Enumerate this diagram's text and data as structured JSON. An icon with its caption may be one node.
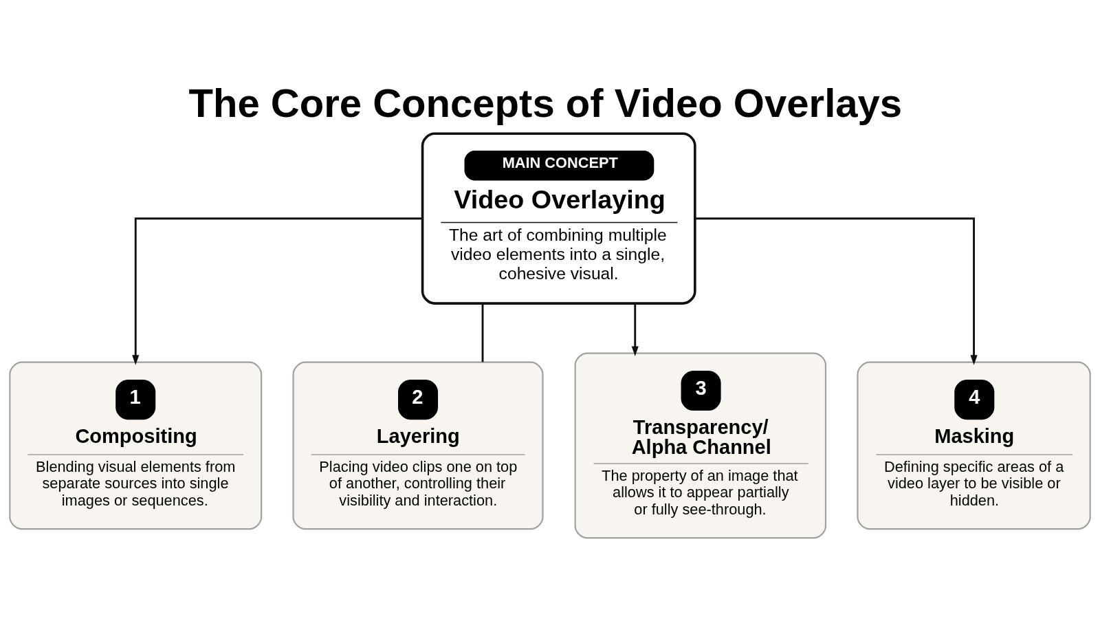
{
  "diagram": {
    "title": "The Core Concepts of Video Overlays",
    "nodes": [
      {
        "text": [
          "MAIN CONCEPT",
          "Video Overlaying",
          "The art of combining multiple video elements into a single, cohesive visual."
        ]
      },
      {
        "text": [
          "1",
          "Compositing",
          "Blending visual elements from separate sources into single images or sequences."
        ]
      },
      {
        "text": [
          "2",
          "Layering",
          "Placing video clips one on top of another, controlling their visibility and interaction."
        ]
      },
      {
        "text": [
          "3",
          "Transparency/ Alpha Channel",
          "The property of an image that allows it to appear partially or fully see-through."
        ]
      },
      {
        "text": [
          "4",
          "Masking",
          "Defining specific areas of a video layer to be visible or hidden."
        ]
      }
    ],
    "edges": [
      {
        "from": 0,
        "to": 1,
        "arrow": "to"
      },
      {
        "from": 0,
        "to": 2,
        "arrow": "none"
      },
      {
        "from": 0,
        "to": 3,
        "arrow": "to"
      },
      {
        "from": 0,
        "to": 4,
        "arrow": "to"
      }
    ]
  }
}
